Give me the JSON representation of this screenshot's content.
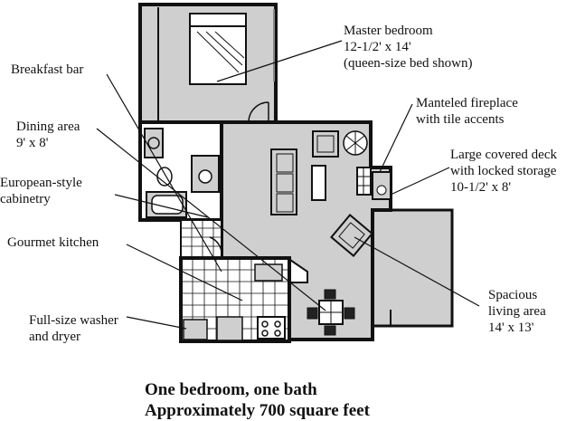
{
  "labels": {
    "master_bedroom": {
      "line1": "Master bedroom",
      "line2": "12-1/2' x 14'",
      "line3": "(queen-size bed shown)"
    },
    "breakfast_bar": {
      "line1": "Breakfast bar"
    },
    "fireplace": {
      "line1": "Manteled fireplace",
      "line2": "with tile accents"
    },
    "dining_area": {
      "line1": "Dining area",
      "line2": "9' x 8'"
    },
    "deck": {
      "line1": "Large covered deck",
      "line2": "with locked storage",
      "line3": "10-1/2' x 8'"
    },
    "cabinetry": {
      "line1": "European-style",
      "line2": "cabinetry"
    },
    "kitchen": {
      "line1": "Gourmet kitchen"
    },
    "living": {
      "line1": "Spacious",
      "line2": "living area",
      "line3": "14' x 13'"
    },
    "washer": {
      "line1": "Full-size washer",
      "line2": "and dryer"
    }
  },
  "caption": {
    "line1": "One bedroom, one bath",
    "line2": "Approximately 700 square feet"
  },
  "colors": {
    "floor": "#cfcfcf",
    "tile": "#ffffff",
    "wall": "#111111",
    "dark_tile": "#222222"
  }
}
